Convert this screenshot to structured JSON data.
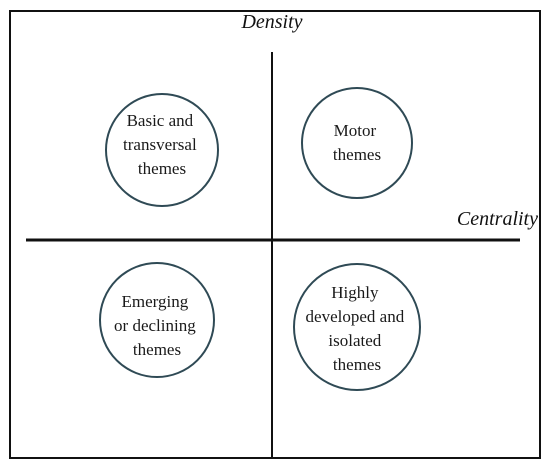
{
  "axes": {
    "vertical_label": "Density",
    "horizontal_label": "Centrality"
  },
  "quadrants": [
    {
      "id": "top-left",
      "lines": [
        "Basic and",
        "transversal",
        "themes"
      ]
    },
    {
      "id": "top-right",
      "lines": [
        "Motor",
        "themes"
      ]
    },
    {
      "id": "bottom-left",
      "lines": [
        "Emerging",
        "or declining",
        "themes"
      ]
    },
    {
      "id": "bottom-right",
      "lines": [
        "Highly",
        "developed and",
        "isolated",
        "themes"
      ]
    }
  ],
  "colors": {
    "frame": "#111111",
    "axis": "#111111",
    "circle_stroke": "#2f4a55",
    "text": "#1a1a1a"
  }
}
